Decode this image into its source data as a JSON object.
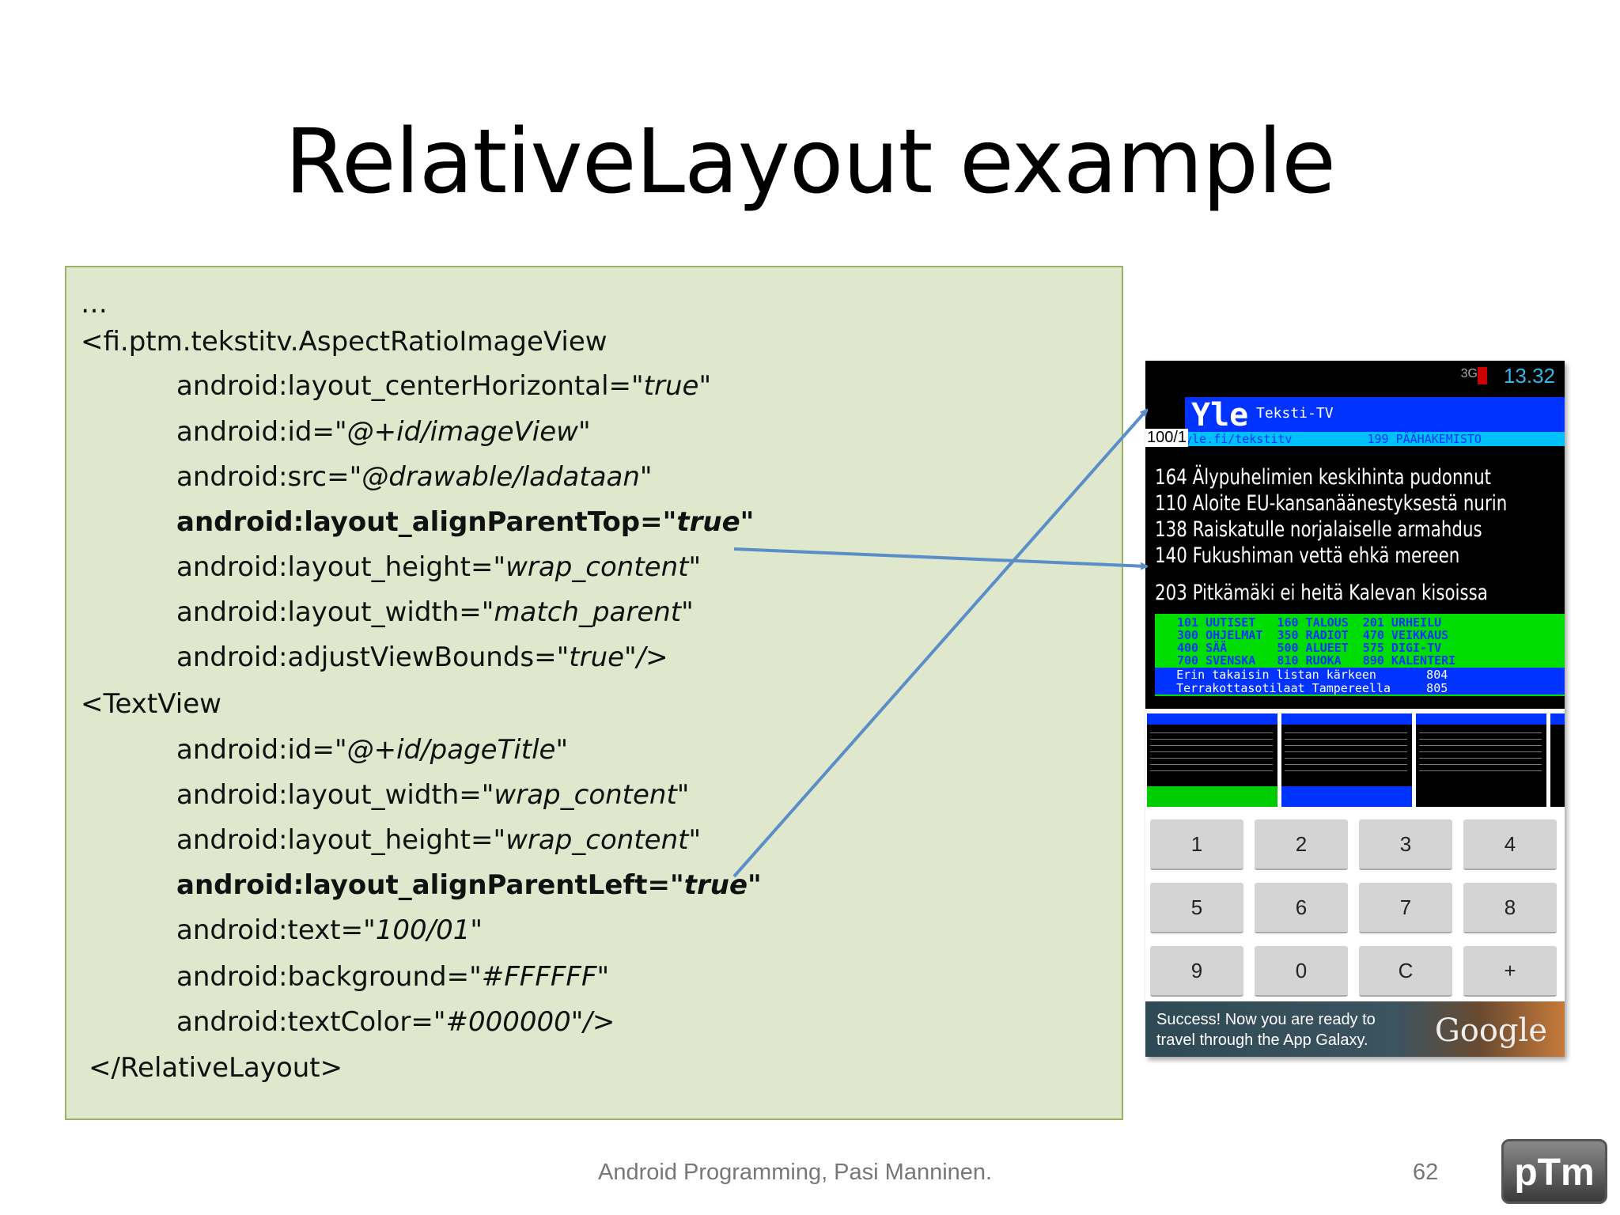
{
  "slide": {
    "title": "RelativeLayout example",
    "footer": "Android Programming, Pasi Manninen.",
    "page_number": "62",
    "logo_text": "pTm"
  },
  "code": {
    "lines": [
      {
        "text": "…",
        "value": ""
      },
      {
        "text": "<fi.ptm.tekstitv.AspectRatioImageView",
        "value": ""
      },
      {
        "text": "android:layout_centerHorizontal=",
        "value": "\"true\""
      },
      {
        "text": "android:id=",
        "value": "\"@+id/imageView\""
      },
      {
        "text": "android:src=",
        "value": "\"@drawable/ladataan\""
      },
      {
        "text": "android:layout_alignParentTop=",
        "value": "\"true\""
      },
      {
        "text": "android:layout_height=",
        "value": "\"wrap_content\""
      },
      {
        "text": "android:layout_width=",
        "value": "\"match_parent\""
      },
      {
        "text": "android:adjustViewBounds=",
        "value": "\"true\"/>"
      },
      {
        "text": "<TextView",
        "value": ""
      },
      {
        "text": "android:id=",
        "value": "\"@+id/pageTitle\""
      },
      {
        "text": "android:layout_width=",
        "value": "\"wrap_content\""
      },
      {
        "text": "android:layout_height=",
        "value": "\"wrap_content\""
      },
      {
        "text": "android:layout_alignParentLeft=",
        "value": "\"true\""
      },
      {
        "text": "android:text=",
        "value": "\"100/01\""
      },
      {
        "text": "android:background=",
        "value": "\"#FFFFFF\""
      },
      {
        "text": "android:textColor=",
        "value": "\"#000000\"/>"
      },
      {
        "text": "</RelativeLayout>",
        "value": ""
      }
    ]
  },
  "phone": {
    "clock": "13.32",
    "network": "3G",
    "page_label": "100/1",
    "teletext": {
      "logo": "Yle",
      "title": "Teksti-TV",
      "url": "yle.fi/tekstitv",
      "subtitle_right": "199 PÄÄHAKEMISTO",
      "news": [
        "164 Älypuhelimien keskihinta pudonnut",
        "110 Aloite EU-kansanäänestyksestä nurin",
        "138 Raiskatulle norjalaiselle armahdus",
        "140 Fukushiman vettä ehkä mereen",
        "203 Pitkämäki ei heitä Kalevan kisoissa"
      ],
      "index": [
        "101 UUTISET   160 TALOUS  201 URHEILU",
        "300 OHJELMAT  350 RADIOT  470 VEIKKAUS",
        "400 SÄÄ       500 ALUEET  575 DIGI-TV",
        "700 SVENSKA   810 RUOKA   890 KALENTERI"
      ],
      "footer": [
        "   Erin takaisin listan kärkeen       804",
        "   Terrakottasotilaat Tampereella     805"
      ]
    },
    "keys": [
      "1",
      "2",
      "3",
      "4",
      "5",
      "6",
      "7",
      "8",
      "9",
      "0",
      "C",
      "+"
    ],
    "ad": {
      "text_line1": "Success! Now you are ready to",
      "text_line2": "travel through the App Galaxy.",
      "brand": "Google"
    }
  },
  "colors": {
    "code_bg": "#dfe8cc",
    "code_border": "#9bb368",
    "arrow": "#5b8ec9",
    "teletext_blue": "#0033ff",
    "teletext_green": "#00dd00"
  }
}
